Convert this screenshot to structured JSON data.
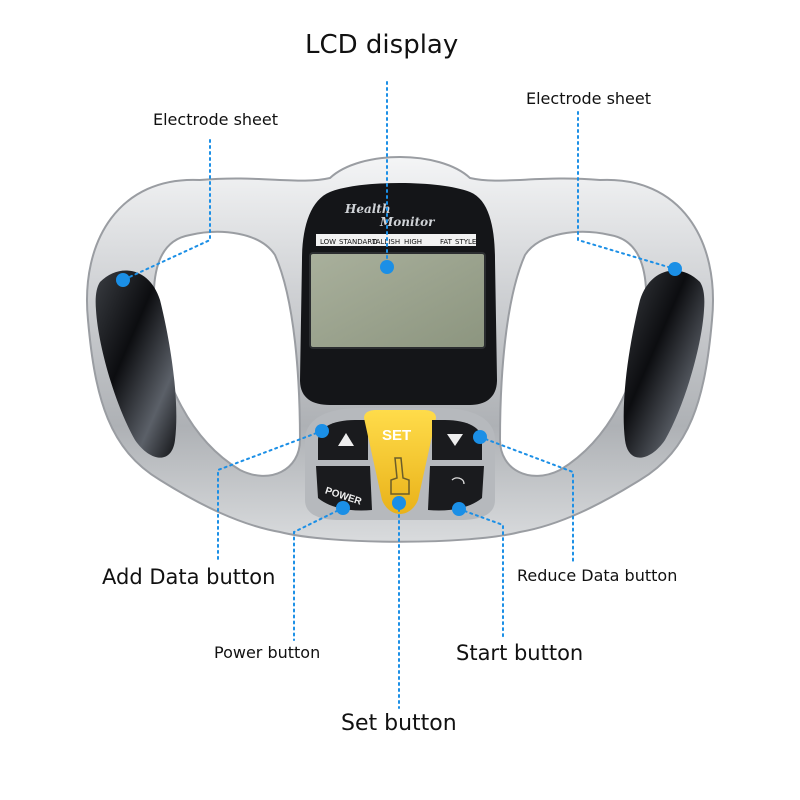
{
  "labels": {
    "lcd_display": "LCD display",
    "electrode_left": "Electrode sheet",
    "electrode_right": "Electrode sheet",
    "add_data": "Add Data button",
    "reduce_data": "Reduce Data button",
    "power": "Power button",
    "start": "Start button",
    "set": "Set button"
  },
  "device": {
    "brand_line1": "Health",
    "brand_line2": "Monitor",
    "scale": [
      "LOW",
      "STANDARD",
      "TALLISH",
      "HIGH",
      "FAT",
      "STYLE"
    ],
    "set_key": "SET",
    "power_key": "POWER"
  },
  "colors": {
    "annotation_blue": "#1b8fe6",
    "set_key_yellow": "#f3c52b",
    "lcd_green": "#9aa48f",
    "body_silver": "#c9cbce"
  }
}
